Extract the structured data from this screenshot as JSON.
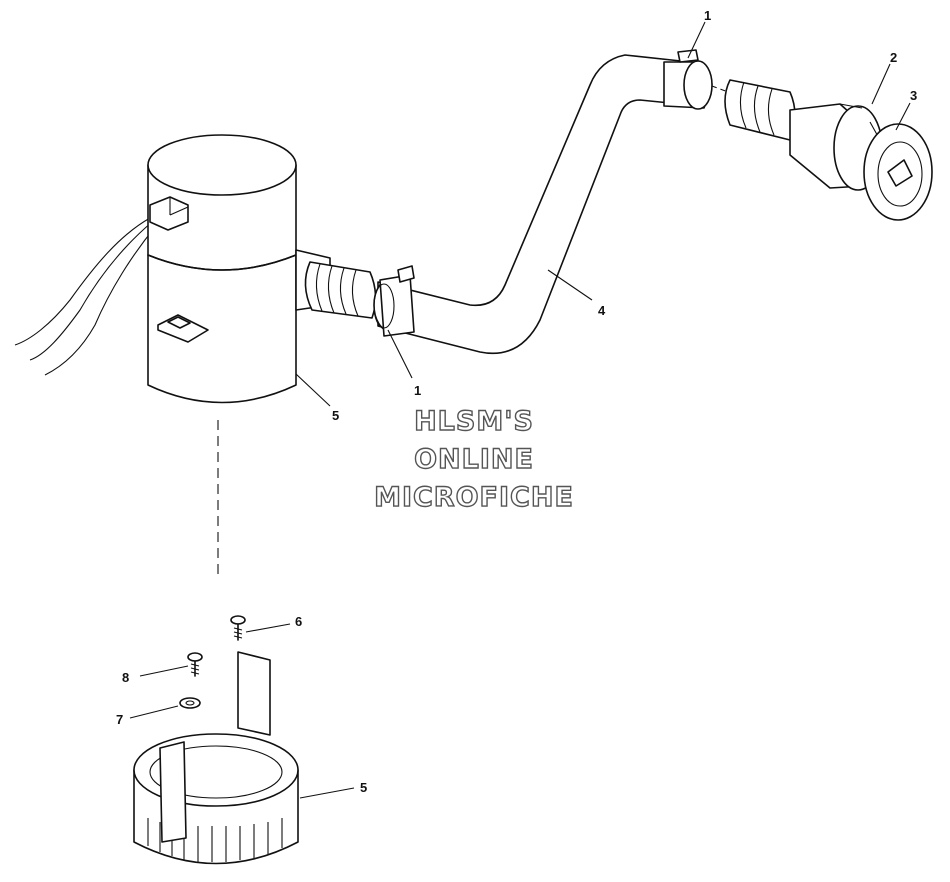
{
  "callouts": [
    {
      "id": "c1a",
      "text": "1"
    },
    {
      "id": "c2",
      "text": "2"
    },
    {
      "id": "c3",
      "text": "3"
    },
    {
      "id": "c4",
      "text": "4"
    },
    {
      "id": "c1b",
      "text": "1"
    },
    {
      "id": "c5a",
      "text": "5"
    },
    {
      "id": "c6",
      "text": "6"
    },
    {
      "id": "c8",
      "text": "8"
    },
    {
      "id": "c7",
      "text": "7"
    },
    {
      "id": "c5b",
      "text": "5"
    }
  ],
  "watermark": {
    "line1": "HLSM'S",
    "line2": "ONLINE",
    "line3": "MICROFICHE"
  }
}
